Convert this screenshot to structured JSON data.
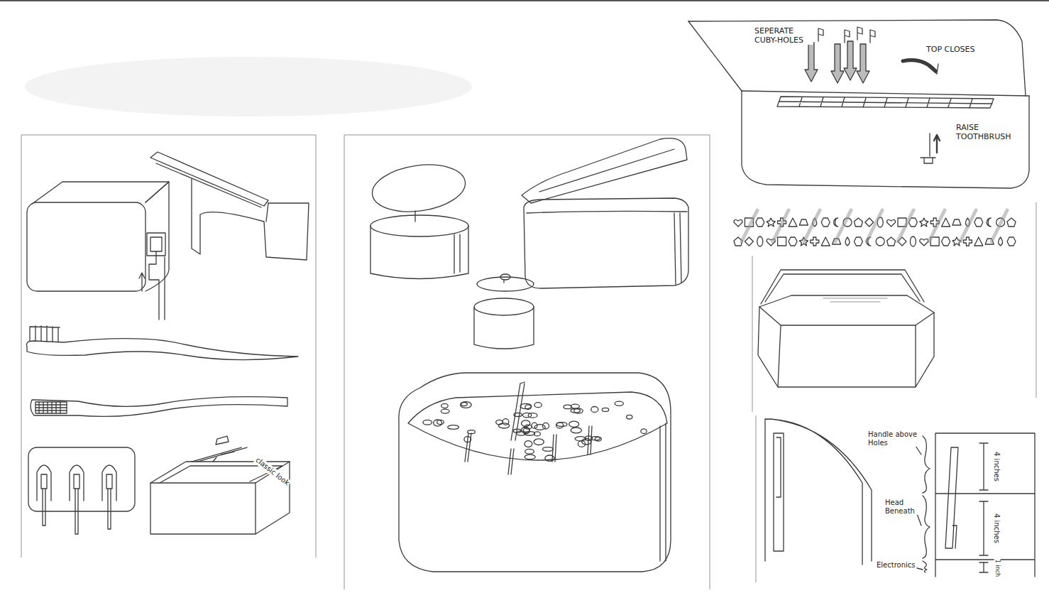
{
  "diagram": {
    "labels": [
      "SEPERATE CUBY-HOLES",
      "TOP CLOSES",
      "RAISE TOOTHBRUSH",
      "classic look",
      "Handle above Holes",
      "Head Beneath",
      "Electronics",
      "4 inches",
      "4 inches",
      "1 inch"
    ]
  }
}
